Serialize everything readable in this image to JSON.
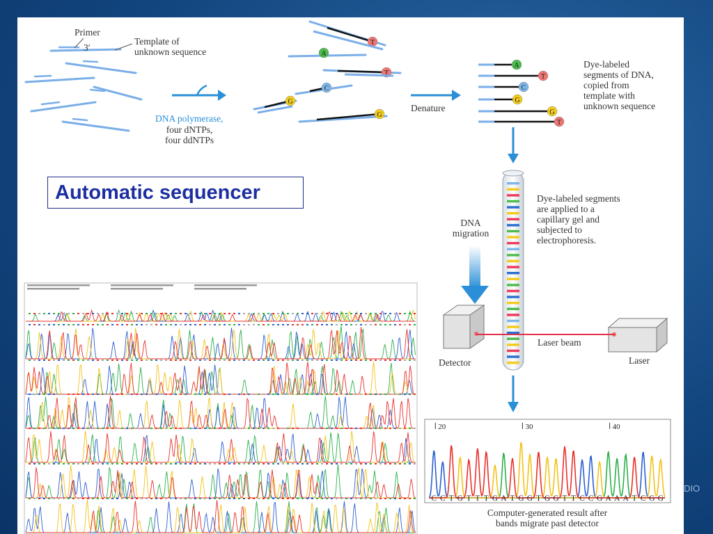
{
  "title": "Automatic sequencer",
  "labels": {
    "primer": "Primer",
    "three_prime": "3′",
    "template": "Template of\nunknown sequence",
    "polymerase": "DNA polymerase,",
    "dntps": "four dNTPs,\nfour ddNTPs",
    "denature": "Denature",
    "dye_segments": "Dye-labeled\nsegments of DNA,\ncopied from\ntemplate with\nunknown sequence",
    "applied": "Dye-labeled segments\nare applied to a\ncapillary gel and\nsubjected to\nelectrophoresis.",
    "migration": "DNA\nmigration",
    "laser_beam": "Laser beam",
    "detector": "Detector",
    "laser": "Laser",
    "result": "Computer-generated result after\nbands migrate past detector"
  },
  "nucleotides": {
    "A": {
      "letter": "A",
      "color": "#4cbc4c"
    },
    "C": {
      "letter": "C",
      "color": "#7eb6ea"
    },
    "G": {
      "letter": "G",
      "color": "#f2cc1e"
    },
    "T": {
      "letter": "T",
      "color": "#ef7474"
    }
  },
  "extension_tags": [
    "T",
    "A",
    "T",
    "C",
    "G",
    "G"
  ],
  "denatured_tags": [
    "A",
    "T",
    "C",
    "G",
    "G",
    "T"
  ],
  "chromatogram_ticks": [
    "20",
    "30",
    "40"
  ],
  "sequence": "CCTGTTTGATGGTGGTTCCGAAATCGG",
  "brand": "DIO"
}
